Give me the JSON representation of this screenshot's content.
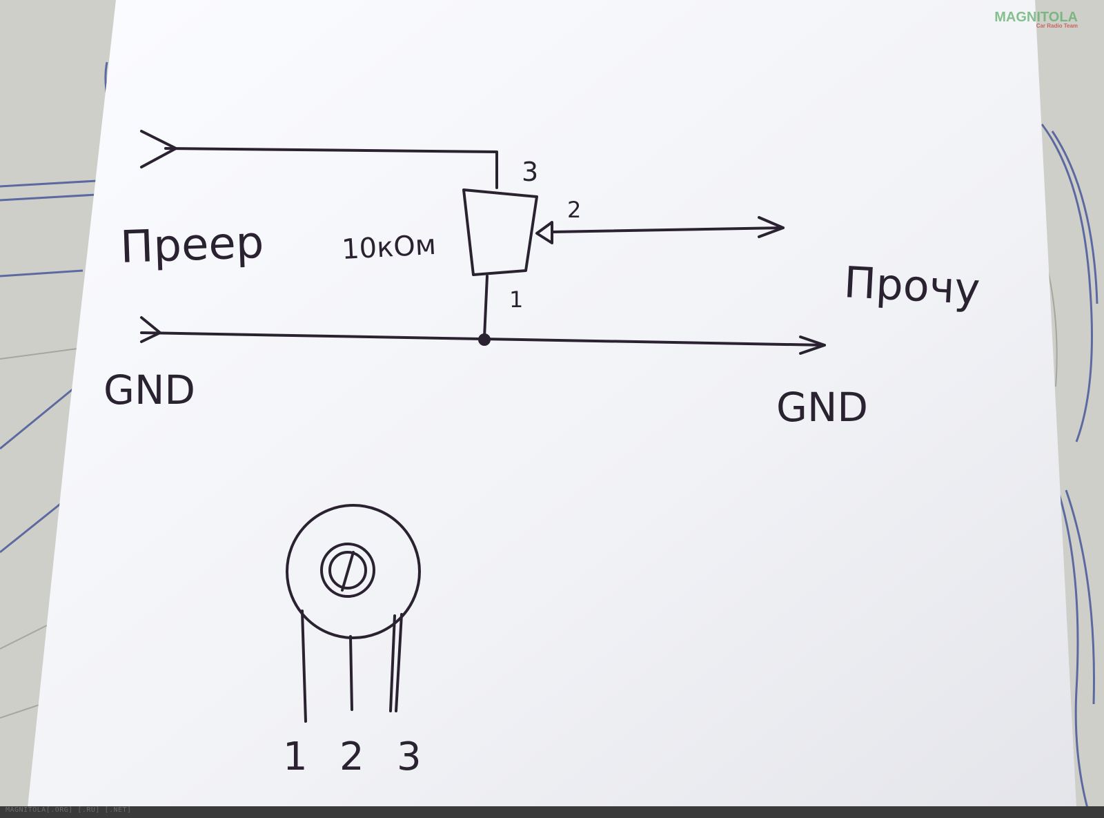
{
  "diagram": {
    "input_signal_label": "Преер",
    "input_ground_label": "GND",
    "output_signal_label": "Прочу",
    "output_ground_label": "GND",
    "resistor_value_label": "10кОм",
    "resistor_pins": {
      "top": "3",
      "wiper": "2",
      "bottom": "1"
    },
    "component_pin_labels": [
      "1",
      "2",
      "3"
    ]
  },
  "watermarks": {
    "footer": "MAGNITOLA[.ORG] [.RU] [.NET]",
    "logo": "MAGNITOLA",
    "logo_sub": "Car Radio Team"
  },
  "colors": {
    "ink": "#2a2230",
    "paper": "#f6f7fb",
    "background": "#c9c9c4",
    "blue_ink": "#2c3f8f"
  }
}
